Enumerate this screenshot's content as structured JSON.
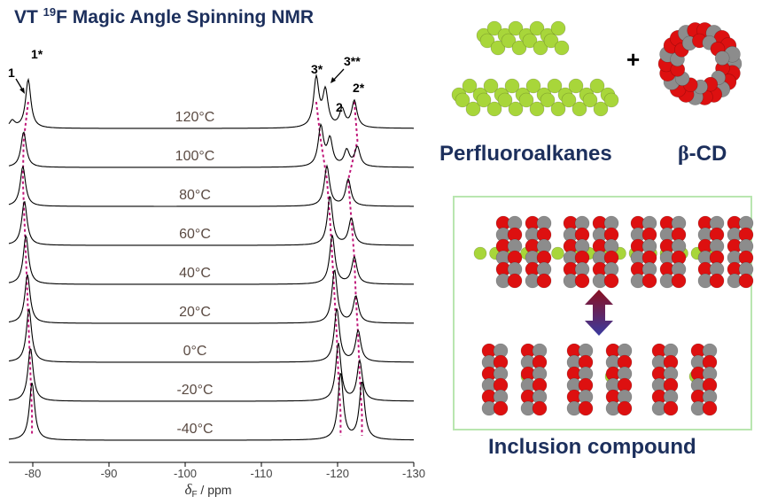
{
  "title": {
    "prefix": "VT ",
    "sup": "19",
    "rest": "F Magic Angle Spinning NMR"
  },
  "chart_data": {
    "type": "line",
    "xlabel_symbol": "δ",
    "xlabel_sub": "F",
    "xlabel_unit": " / ppm",
    "xlim": [
      -75,
      -130
    ],
    "xticks": [
      -80,
      -90,
      -100,
      -110,
      -120,
      -130
    ],
    "series": [
      {
        "name": "120°C",
        "peaks": [
          {
            "ppm": -77.3,
            "h": 8
          },
          {
            "ppm": -79.4,
            "h": 55
          },
          {
            "ppm": -117.2,
            "h": 55
          },
          {
            "ppm": -118.4,
            "h": 40
          },
          {
            "ppm": -120.6,
            "h": 20
          },
          {
            "ppm": -122.2,
            "h": 30
          }
        ]
      },
      {
        "name": "100°C",
        "peaks": [
          {
            "ppm": -78.8,
            "h": 40
          },
          {
            "ppm": -117.8,
            "h": 45
          },
          {
            "ppm": -119.0,
            "h": 30
          },
          {
            "ppm": -121.2,
            "h": 18
          },
          {
            "ppm": -122.6,
            "h": 22
          }
        ]
      },
      {
        "name": "80°C",
        "peaks": [
          {
            "ppm": -78.7,
            "h": 45
          },
          {
            "ppm": -118.6,
            "h": 45
          },
          {
            "ppm": -121.4,
            "h": 30
          }
        ]
      },
      {
        "name": "60°C",
        "peaks": [
          {
            "ppm": -78.9,
            "h": 50
          },
          {
            "ppm": -119.0,
            "h": 55
          },
          {
            "ppm": -121.8,
            "h": 30
          }
        ]
      },
      {
        "name": "40°C",
        "peaks": [
          {
            "ppm": -79.1,
            "h": 55
          },
          {
            "ppm": -119.3,
            "h": 55
          },
          {
            "ppm": -122.2,
            "h": 30
          }
        ]
      },
      {
        "name": "20°C",
        "peaks": [
          {
            "ppm": -79.3,
            "h": 55
          },
          {
            "ppm": -119.6,
            "h": 60
          },
          {
            "ppm": -122.4,
            "h": 30
          }
        ]
      },
      {
        "name": "0°C",
        "peaks": [
          {
            "ppm": -79.5,
            "h": 60
          },
          {
            "ppm": -119.9,
            "h": 60
          },
          {
            "ppm": -122.7,
            "h": 35
          }
        ]
      },
      {
        "name": "-20°C",
        "peaks": [
          {
            "ppm": -79.7,
            "h": 60
          },
          {
            "ppm": -120.1,
            "h": 65
          },
          {
            "ppm": -122.9,
            "h": 45
          }
        ]
      },
      {
        "name": "-40°C",
        "peaks": [
          {
            "ppm": -79.9,
            "h": 65
          },
          {
            "ppm": -120.4,
            "h": 75
          },
          {
            "ppm": -123.2,
            "h": 65
          }
        ]
      }
    ],
    "annotations": [
      "1",
      "1*",
      "3*",
      "3**",
      "2",
      "2*"
    ]
  },
  "labels": {
    "perfluoroalkanes": "Perfluoroalkanes",
    "beta_cd_symbol": "β",
    "beta_cd_rest": "-CD",
    "plus": "+",
    "inclusion": "Inclusion compound"
  },
  "colors": {
    "title": "#1c2f5c",
    "spectrum": "#000000",
    "guide": "#c0187a",
    "temperature_label": "#5a4a42",
    "fluorine": "#a8d63a",
    "oxygen": "#dd1010",
    "carbon": "#8c8c8c",
    "box_border": "#b9e6b0",
    "arrow_top": "#8a1020",
    "arrow_bottom": "#3a3aa0"
  }
}
